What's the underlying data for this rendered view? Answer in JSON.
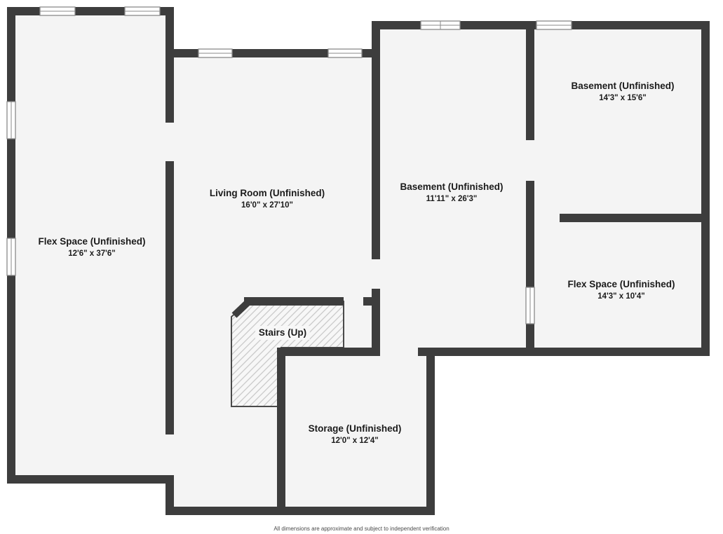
{
  "palette": {
    "wall": "#3d3d3d",
    "floor": "#f4f4f4",
    "background": "#ffffff",
    "hatch_line": "#c6c6c6",
    "hatch_bg": "#f7f7f7",
    "outline": "#4a4a4a",
    "text": "#1b1b1b",
    "window_frame": "#8a8a8a"
  },
  "rooms": [
    {
      "name": "Flex Space (Unfinished)",
      "dims": "12'6\" x 37'6\""
    },
    {
      "name": "Living Room (Unfinished)",
      "dims": "16'0\" x 27'10\""
    },
    {
      "name": "Basement (Unfinished)",
      "dims": "11'11\" x 26'3\""
    },
    {
      "name": "Basement (Unfinished)",
      "dims": "14'3\" x 15'6\""
    },
    {
      "name": "Flex Space (Unfinished)",
      "dims": "14'3\" x 10'4\""
    },
    {
      "name": "Storage (Unfinished)",
      "dims": "12'0\" x 12'4\""
    },
    {
      "name": "Stairs (Up)",
      "dims": ""
    }
  ],
  "footer": {
    "disclaimer": "All dimensions are approximate and subject to independent verification"
  }
}
